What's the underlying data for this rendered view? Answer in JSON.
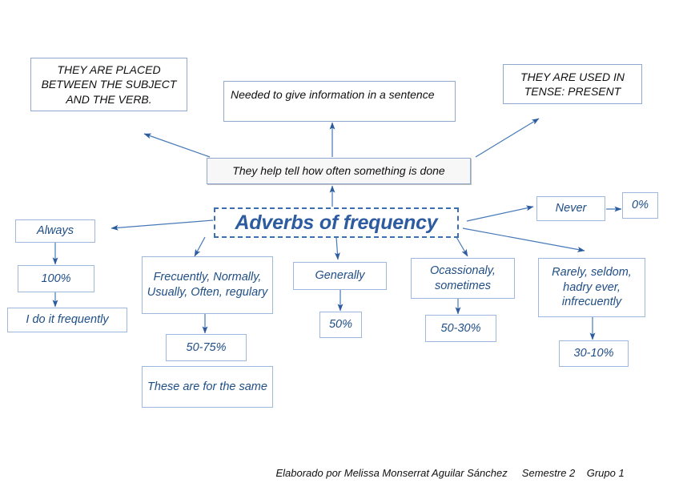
{
  "diagram": {
    "title_node": {
      "label": "Adverbs of frequency",
      "accent_color": "#2D5BA0",
      "border_color": "#3A6FB5",
      "border_style": "dashed"
    },
    "statements": [
      {
        "name": "placed-between-subject-and-verb",
        "label": "THEY ARE PLACED BETWEEN THE SUBJECT AND THE VERB."
      },
      {
        "name": "needed-to-give-information",
        "label": "Needed to give information in a sentence"
      },
      {
        "name": "used-in-tense-present",
        "label": "THEY ARE USED IN TENSE: PRESENT"
      },
      {
        "name": "they-help-tell",
        "label": "They help tell how often something is done"
      }
    ],
    "branches": [
      {
        "name": "always",
        "adverb": "Always",
        "percent": "100%",
        "note": "I do it frequently"
      },
      {
        "name": "frequently",
        "adverb": "Frecuently, Normally, Usually, Often, regulary",
        "percent": "50-75%",
        "note": "These are for the same"
      },
      {
        "name": "generally",
        "adverb": "Generally",
        "percent": "50%",
        "note": ""
      },
      {
        "name": "occasionally",
        "adverb": "Ocassionaly, sometimes",
        "percent": "50-30%",
        "note": ""
      },
      {
        "name": "rarely",
        "adverb": "Rarely, seldom, hadry ever, infrecuently",
        "percent": "30-10%",
        "note": ""
      },
      {
        "name": "never",
        "adverb": "Never",
        "percent": "0%",
        "note": ""
      }
    ],
    "box_border_color": "#9DB8DC",
    "arrow_color": "#3A6FB5"
  },
  "footer": {
    "credit": "Elaborado por Melissa Monserrat Aguilar Sánchez     Semestre 2    Grupo 1"
  }
}
